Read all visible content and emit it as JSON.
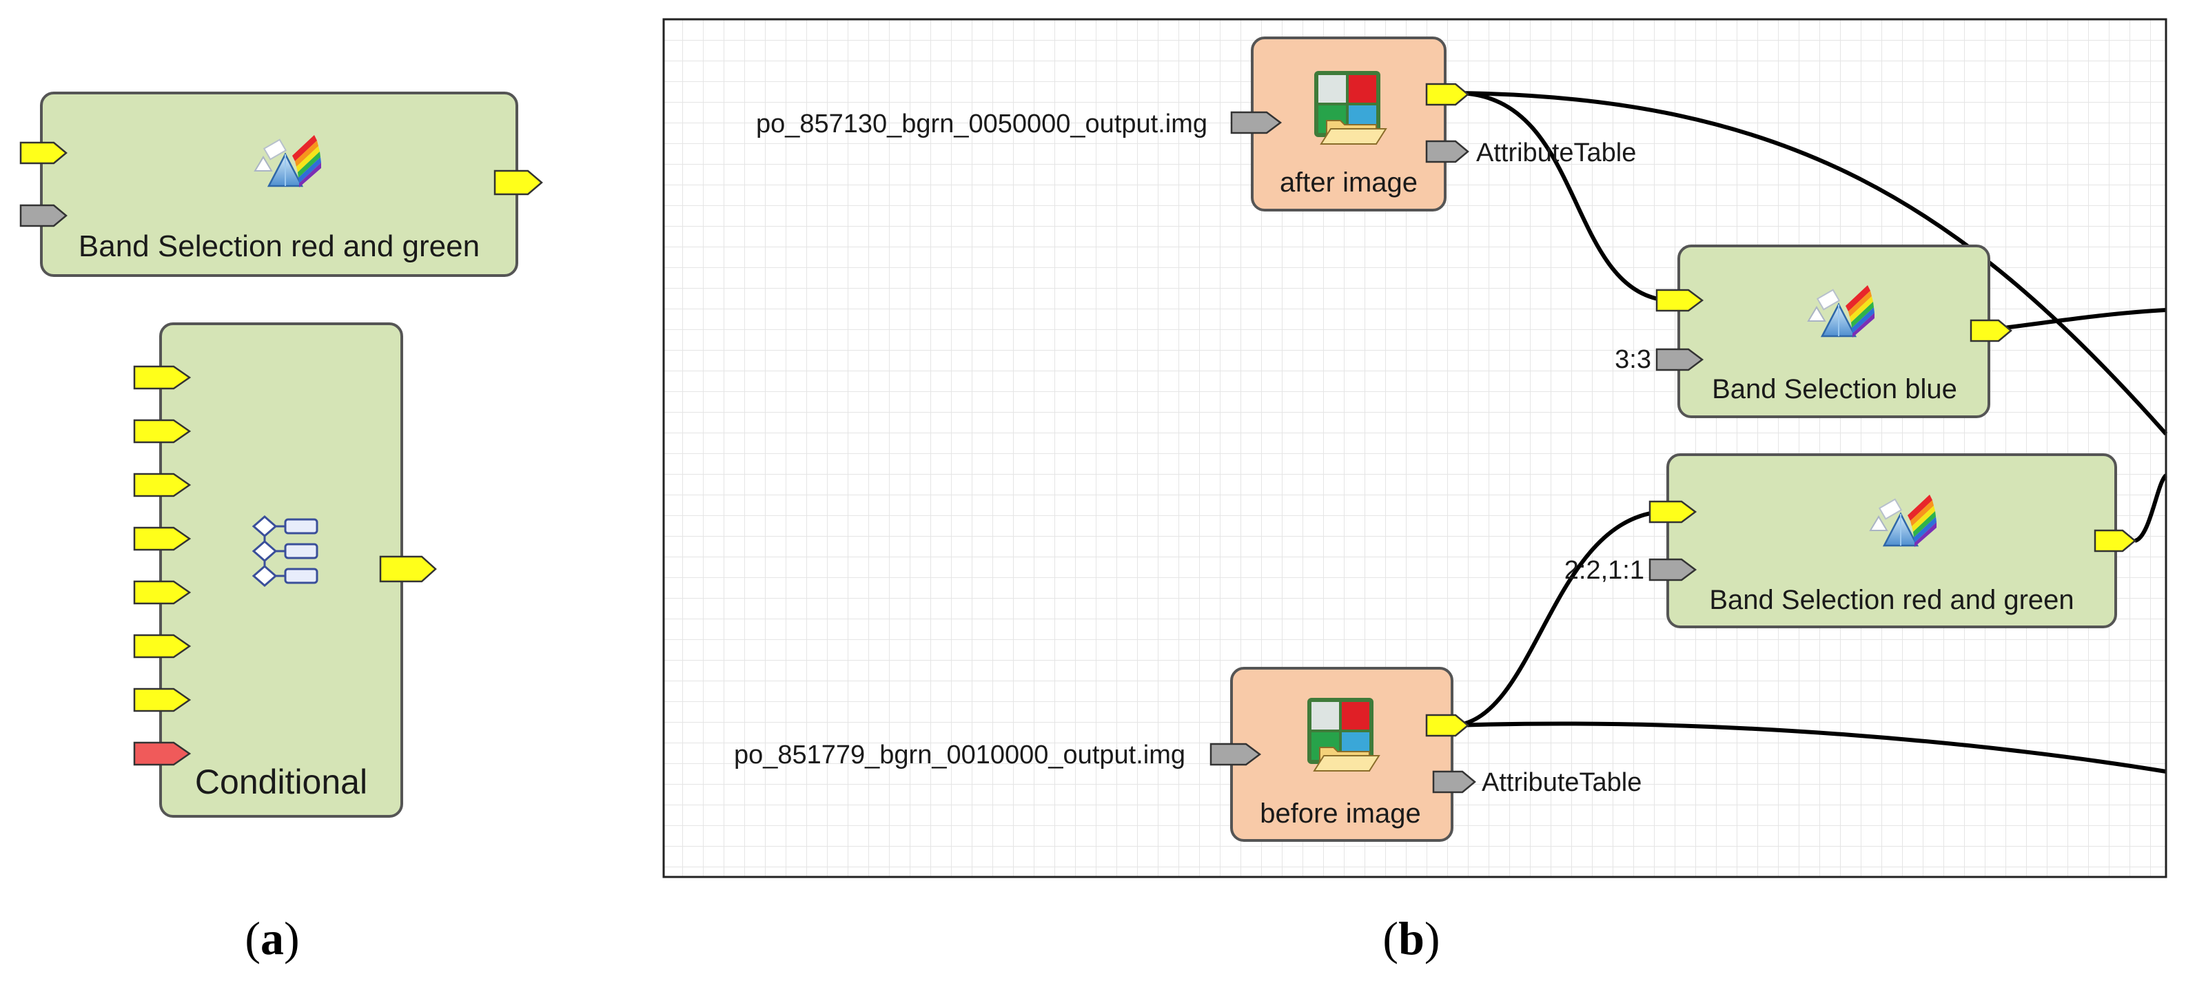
{
  "panel_a": {
    "band_selection_rg": {
      "label": "Band Selection red and green"
    },
    "conditional": {
      "label": "Conditional"
    }
  },
  "panel_b": {
    "after_image": {
      "label": "after image",
      "input_file": "po_857130_bgrn_0050000_output.img",
      "attribute_port": "AttributeTable"
    },
    "before_image": {
      "label": "before image",
      "input_file": "po_851779_bgrn_0010000_output.img",
      "attribute_port": "AttributeTable"
    },
    "band_selection_blue": {
      "label": "Band Selection blue",
      "param": "3:3"
    },
    "band_selection_rg": {
      "label": "Band Selection red and green",
      "param": "2:2,1:1"
    }
  },
  "captions": {
    "a": "a",
    "b": "b"
  },
  "colors": {
    "process_node_fill": "#d5e4b6",
    "image_node_fill": "#f8caa8",
    "node_border": "#555555",
    "port_yellow": "#ffff1a",
    "port_gray": "#a6a6a6",
    "port_red": "#f05a5a",
    "grid_line": "#e5e5e5",
    "connector": "#000000"
  },
  "icons": {
    "band_selection": "prism-spectrum-icon",
    "image_input": "raster-folder-icon",
    "conditional": "decision-flow-icon"
  }
}
